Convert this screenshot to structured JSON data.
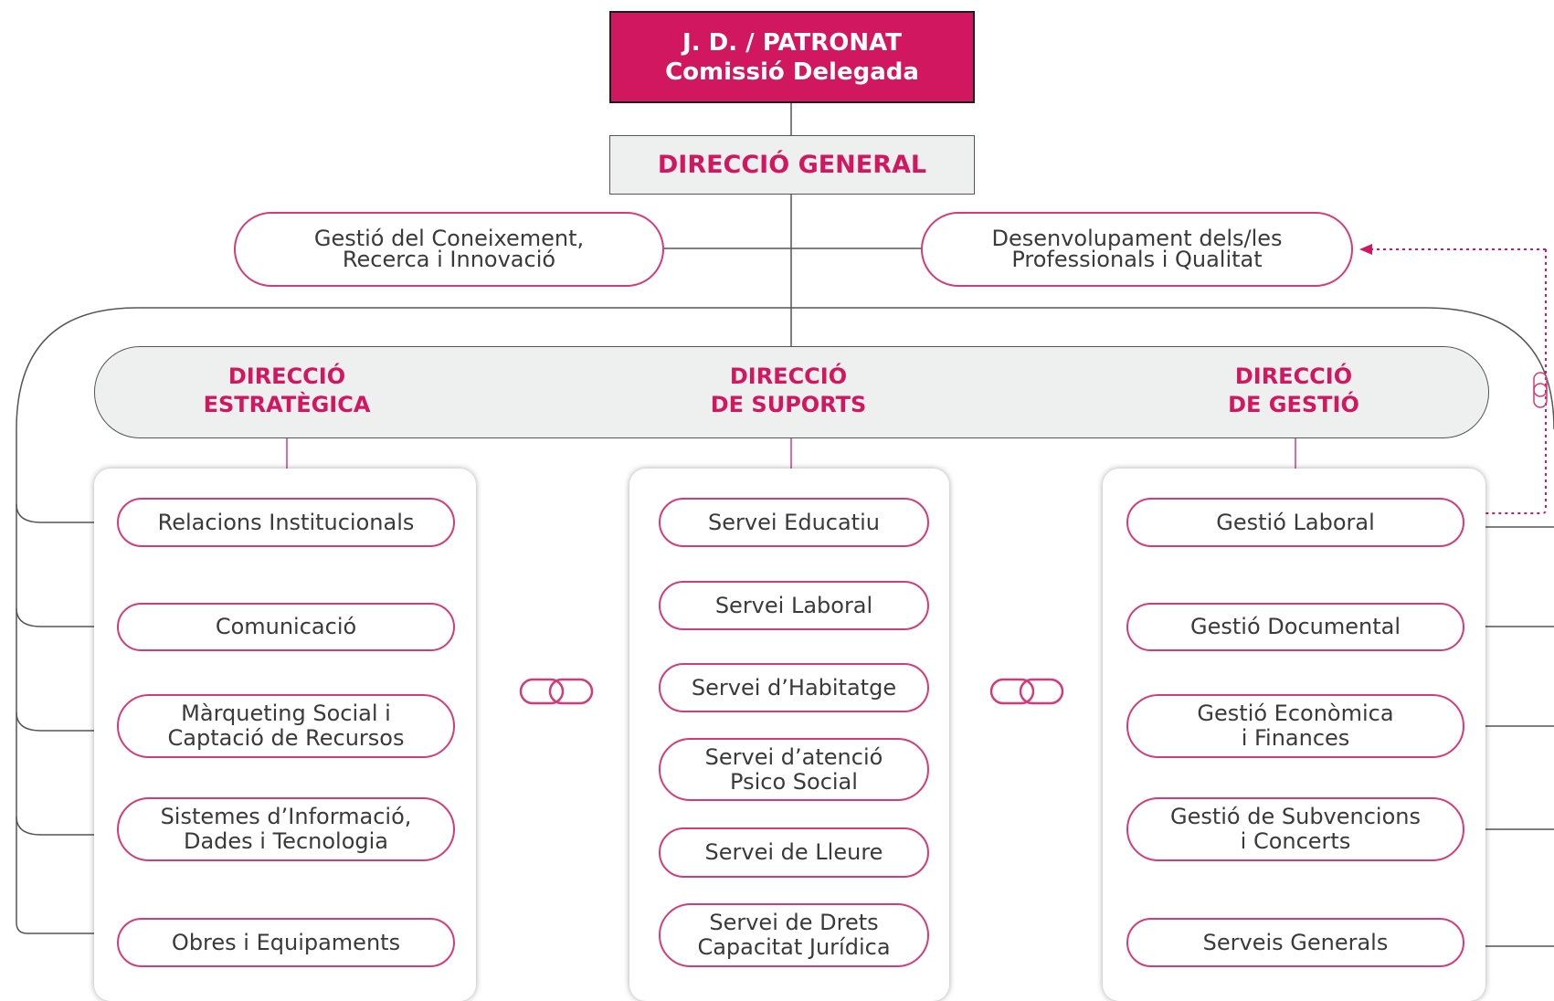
{
  "board": {
    "line1": "J. D. / PATRONAT",
    "line2": "Comissió Delegada"
  },
  "general_direction": "DIRECCIÓ GENERAL",
  "staff_units": {
    "left": {
      "line1": "Gestió del Coneixement,",
      "line2": "Recerca i Innovació"
    },
    "right": {
      "line1": "Desenvolupament dels/les",
      "line2": "Professionals i Qualitat"
    }
  },
  "directions": {
    "strategic": {
      "line1": "DIRECCIÓ",
      "line2": "ESTRATÈGICA"
    },
    "supports": {
      "line1": "DIRECCIÓ",
      "line2": "DE SUPORTS"
    },
    "management": {
      "line1": "DIRECCIÓ",
      "line2": "DE GESTIÓ"
    }
  },
  "strategic_units": [
    {
      "line1": "Relacions Institucionals",
      "line2": ""
    },
    {
      "line1": "Comunicació",
      "line2": ""
    },
    {
      "line1": "Màrqueting Social i",
      "line2": "Captació de Recursos"
    },
    {
      "line1": "Sistemes d’Informació,",
      "line2": "Dades i Tecnologia"
    },
    {
      "line1": "Obres i Equipaments",
      "line2": ""
    }
  ],
  "support_units": [
    {
      "line1": "Servei Educatiu",
      "line2": ""
    },
    {
      "line1": "Servei Laboral",
      "line2": ""
    },
    {
      "line1": "Servei d’Habitatge",
      "line2": ""
    },
    {
      "line1": "Servei d’atenció",
      "line2": "Psico Social"
    },
    {
      "line1": "Servei de Lleure",
      "line2": ""
    },
    {
      "line1": "Servei de Drets",
      "line2": "Capacitat Jurídica"
    }
  ],
  "management_units": [
    {
      "line1": "Gestió Laboral",
      "line2": ""
    },
    {
      "line1": "Gestió Documental",
      "line2": ""
    },
    {
      "line1": "Gestió Econòmica",
      "line2": "i Finances"
    },
    {
      "line1": "Gestió de Subvencions",
      "line2": "i Concerts"
    },
    {
      "line1": "Serveis Generals",
      "line2": ""
    }
  ],
  "colors": {
    "accent": "#d0175f",
    "oval_border": "#d53b79",
    "band_fill": "#eef0f0",
    "line": "#555555"
  },
  "icons": {
    "link": "chain-link-icon"
  }
}
